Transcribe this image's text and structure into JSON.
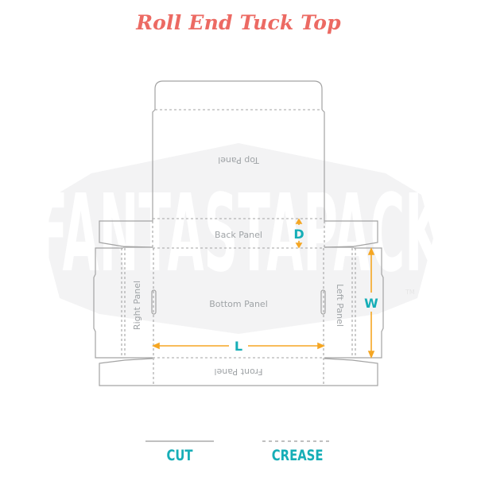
{
  "title": "Roll End Tuck Top",
  "watermark": {
    "text": "FANTASTAPACK",
    "trademark": "TM"
  },
  "panels": {
    "top": "Top Panel",
    "back": "Back Panel",
    "bottom": "Bottom Panel",
    "right": "Right Panel",
    "left": "Left Panel",
    "front": "Front Panel"
  },
  "dimensions": {
    "depth": "D",
    "width": "W",
    "length": "L"
  },
  "legend": {
    "cut_label": "CUT",
    "crease_label": "CREASE"
  },
  "colors": {
    "title": "#ec6a63",
    "dimension_label": "#16aeb7",
    "dimension_arrow": "#f5a623",
    "cut_line": "#9a9a9a",
    "crease_line": "#9a9a9a",
    "watermark_bg": "#f3f3f4"
  }
}
